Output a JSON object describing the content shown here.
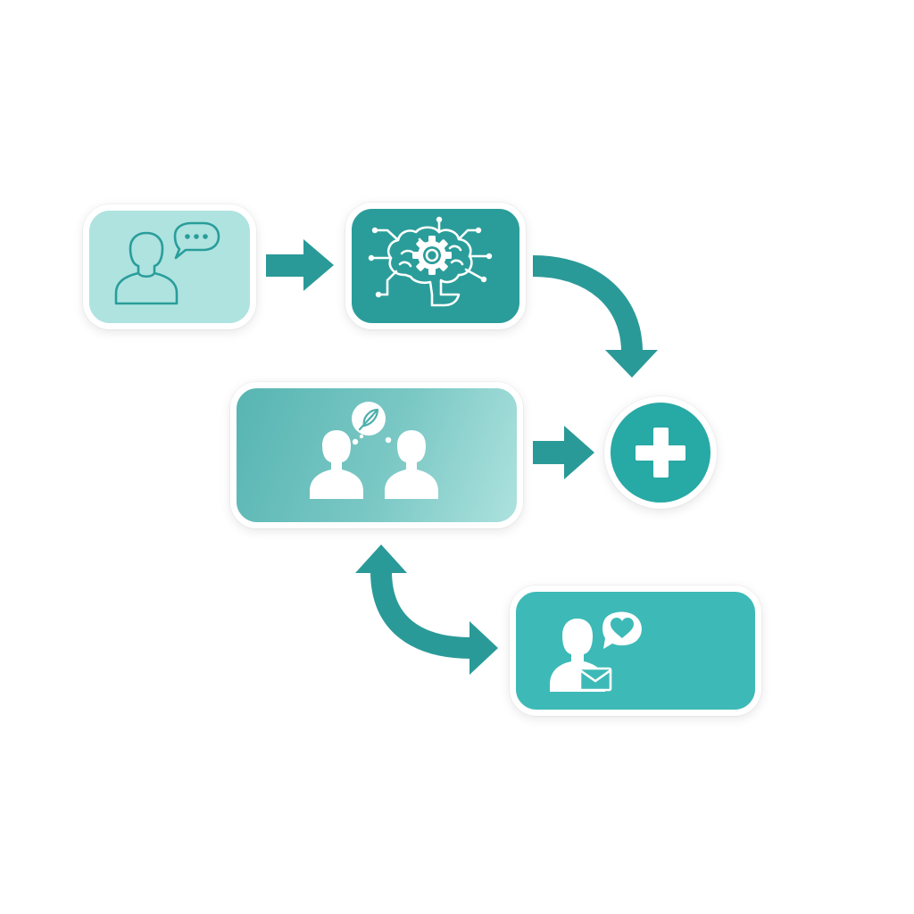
{
  "diagram": {
    "nodes": [
      {
        "id": "user",
        "icon": "person-speech-bubble-icon"
      },
      {
        "id": "ai",
        "icon": "brain-gear-circuit-icon"
      },
      {
        "id": "collab",
        "icon": "two-people-shared-thought-icon"
      },
      {
        "id": "plus",
        "icon": "plus-icon"
      },
      {
        "id": "outreach",
        "icon": "person-heart-mail-icon"
      }
    ],
    "edges": [
      {
        "from": "user",
        "to": "ai"
      },
      {
        "from": "ai",
        "to": "plus"
      },
      {
        "from": "collab",
        "to": "plus"
      },
      {
        "from": "collab",
        "to": "outreach",
        "bidirectional": true
      }
    ]
  },
  "colors": {
    "accent": "#2a9d9a",
    "arrow": "#2a9a98",
    "light_tile": "#aee3e0",
    "plus_circle": "#27a9a5",
    "outreach_tile": "#3dbab7"
  }
}
